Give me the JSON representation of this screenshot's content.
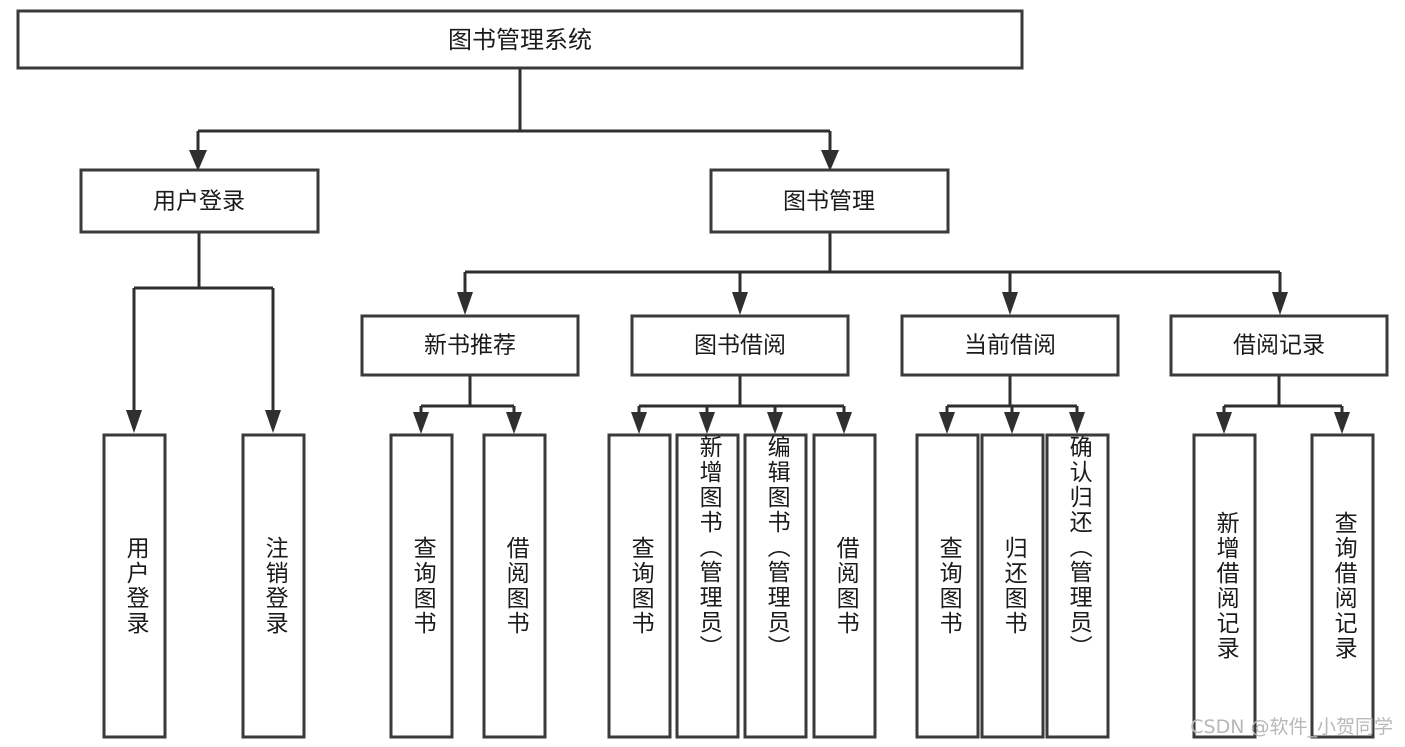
{
  "diagram": {
    "type": "tree-hierarchy",
    "title": "图书管理系统",
    "watermark": "CSDN @软件_小贺同学",
    "colors": {
      "background": "#ffffff",
      "box_stroke": "#3a3a3a",
      "connector": "#2f2f2f",
      "text": "#1b1b1b",
      "watermark": "#b8b8b8"
    },
    "levels": {
      "root": {
        "label": "图书管理系统"
      },
      "level2": [
        {
          "id": "user-login",
          "label": "用户登录"
        },
        {
          "id": "book-management",
          "label": "图书管理"
        }
      ],
      "level3": [
        {
          "id": "new-book-recommend",
          "label": "新书推荐",
          "parent": "book-management"
        },
        {
          "id": "book-borrow",
          "label": "图书借阅",
          "parent": "book-management"
        },
        {
          "id": "current-borrow",
          "label": "当前借阅",
          "parent": "book-management"
        },
        {
          "id": "borrow-record",
          "label": "借阅记录",
          "parent": "book-management"
        }
      ],
      "leaves": [
        {
          "id": "leaf-user-login",
          "label": "用户登录",
          "parent": "user-login"
        },
        {
          "id": "leaf-logout-login",
          "label": "注销登录",
          "parent": "user-login"
        },
        {
          "id": "leaf-query-book-1",
          "label": "查询图书",
          "parent": "new-book-recommend"
        },
        {
          "id": "leaf-borrow-book-1",
          "label": "借阅图书",
          "parent": "new-book-recommend"
        },
        {
          "id": "leaf-query-book-2",
          "label": "查询图书",
          "parent": "book-borrow"
        },
        {
          "id": "leaf-add-book",
          "label": "新增图书（管理员）",
          "parent": "book-borrow"
        },
        {
          "id": "leaf-edit-book",
          "label": "编辑图书（管理员）",
          "parent": "book-borrow"
        },
        {
          "id": "leaf-borrow-book-2",
          "label": "借阅图书",
          "parent": "book-borrow"
        },
        {
          "id": "leaf-query-book-3",
          "label": "查询图书",
          "parent": "current-borrow"
        },
        {
          "id": "leaf-return-book",
          "label": "归还图书",
          "parent": "current-borrow"
        },
        {
          "id": "leaf-confirm-return",
          "label": "确认归还（管理员）",
          "parent": "current-borrow"
        },
        {
          "id": "leaf-add-record",
          "label": "新增借阅记录",
          "parent": "borrow-record"
        },
        {
          "id": "leaf-query-record",
          "label": "查询借阅记录",
          "parent": "borrow-record"
        }
      ]
    }
  }
}
